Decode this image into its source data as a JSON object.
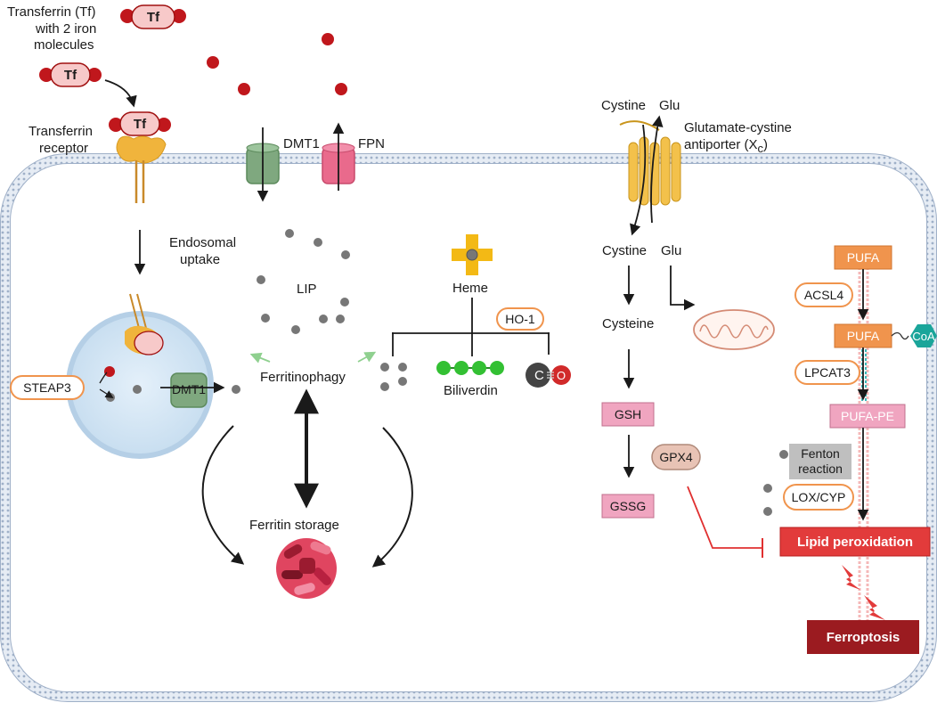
{
  "transferrin": {
    "title_line1": "Transferrin (Tf)",
    "title_line2": "with 2 iron",
    "title_line3": "molecules",
    "tf_label": "Tf",
    "receptor_line1": "Transferrin",
    "receptor_line2": "receptor"
  },
  "membrane_channels": {
    "dmt1": "DMT1",
    "fpn": "FPN"
  },
  "lip": {
    "endosomal_line1": "Endosomal",
    "endosomal_line2": "uptake",
    "lip_label": "LIP"
  },
  "endosome": {
    "steap3": "STEAP3",
    "dmt1": "DMT1"
  },
  "heme": {
    "heme_label": "Heme",
    "ho1": "HO-1",
    "biliverdin": "Biliverdin",
    "co_c": "C",
    "co_o": "O"
  },
  "ferritin": {
    "ferritinophagy": "Ferritinophagy",
    "storage": "Ferritin storage"
  },
  "antiporter": {
    "cystine_out": "Cystine",
    "glu_out": "Glu",
    "name_line1": "Glutamate-cystine",
    "name_line2": "antiporter (X",
    "name_sub": "c",
    "name_end": ")",
    "cystine_in": "Cystine",
    "glu_in": "Glu",
    "cysteine": "Cysteine",
    "gsh": "GSH",
    "gpx4": "GPX4",
    "gssg": "GSSG"
  },
  "lipid": {
    "pufa1": "PUFA",
    "acsl4": "ACSL4",
    "pufa2": "PUFA",
    "coa": "CoA",
    "lpcat3": "LPCAT3",
    "pufa_pe": "PUFA-PE",
    "fenton_line1": "Fenton",
    "fenton_line2": "reaction",
    "lox_cyp": "LOX/CYP",
    "lipid_perox": "Lipid peroxidation",
    "ferroptosis": "Ferroptosis"
  },
  "colors": {
    "iron_red": "#c0171c",
    "tf_pink": "#f7c9c9",
    "dmt1_green": "#7fa87f",
    "fpn_pink": "#e96a8c",
    "orange_box": "#f0944d",
    "pink_box": "#f0a5c0",
    "red_box": "#e23b3b",
    "dark_red": "#9b1b20"
  }
}
